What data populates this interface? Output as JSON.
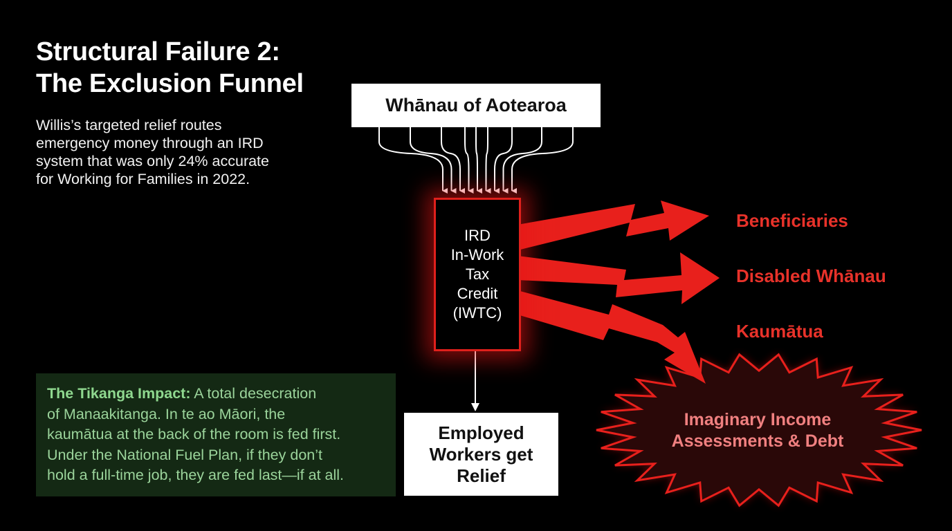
{
  "title": [
    "Structural Failure 2:",
    "The Exclusion Funnel"
  ],
  "subtitle": [
    "Willis’s targeted relief routes",
    "emergency money through an IRD",
    "system that was only 24% accurate",
    "for Working for Families in 2022."
  ],
  "source_box": "Whānau of Aotearoa",
  "iwtc_box": [
    "IRD",
    "In-Work",
    "Tax",
    "Credit",
    "(IWTC)"
  ],
  "employed_box": [
    "Employed",
    "Workers get",
    "Relief"
  ],
  "excluded": [
    "Beneficiaries",
    "Disabled Whānau",
    "Kaumātua"
  ],
  "outcome": [
    "Imaginary Income",
    "Assessments & Debt"
  ],
  "tikanga": {
    "heading": "The Tikanga Impact:",
    "lines": [
      " A total desecration",
      "of Manaakitanga. In te ao Māori, the",
      "kaumātua at the back of the room is fed first.",
      "Under the National Fuel Plan, if they don’t",
      "hold a full-time job, they are fed last—if at all."
    ]
  },
  "colors": {
    "accent_red": "#e8201c",
    "panel_green": "#142914",
    "text_green": "#9bd49b"
  }
}
